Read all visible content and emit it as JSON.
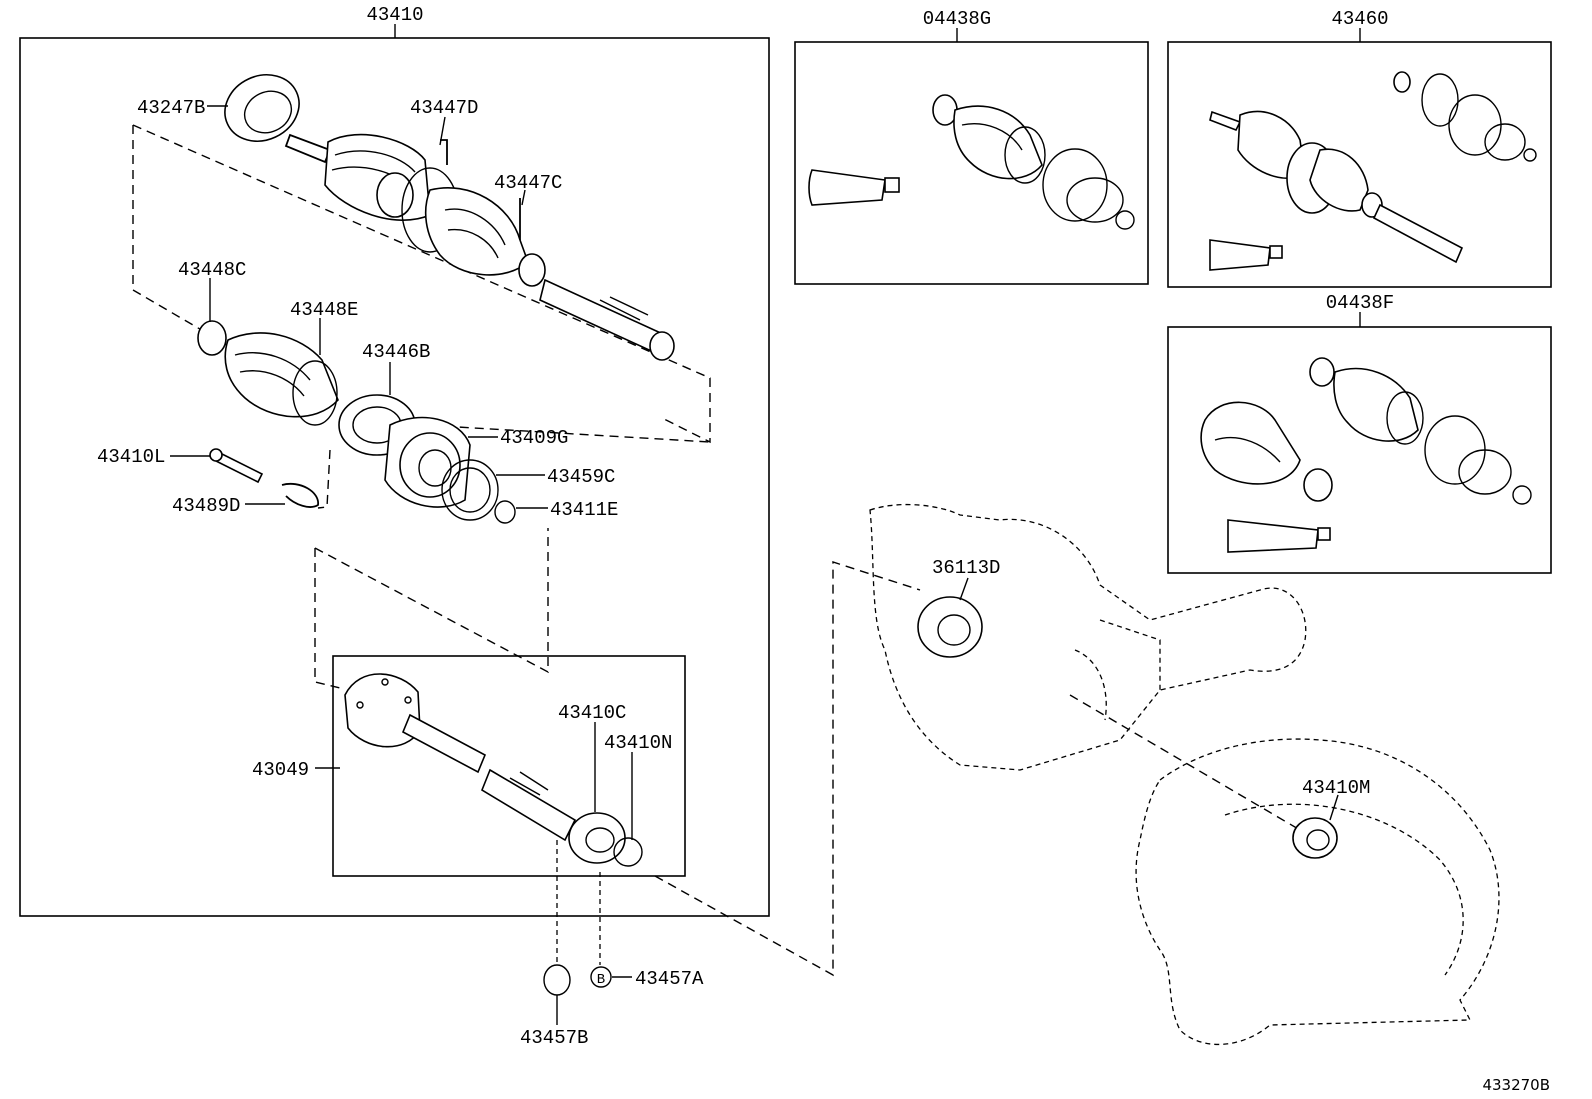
{
  "diagram": {
    "labels": {
      "p43410": "43410",
      "p04438G": "04438G",
      "p43460": "43460",
      "p04438F": "04438F",
      "p43247B": "43247B",
      "p43447D": "43447D",
      "p43447C": "43447C",
      "p43448C": "43448C",
      "p43448E": "43448E",
      "p43446B": "43446B",
      "p43409G": "43409G",
      "p43459C": "43459C",
      "p43410L": "43410L",
      "p43489D": "43489D",
      "p43411E": "43411E",
      "p43049": "43049",
      "p43410C": "43410C",
      "p43410N": "43410N",
      "p43457A": "43457A",
      "p43457B": "43457B",
      "p36113D": "36113D",
      "p43410M": "43410M",
      "b_marker": "B",
      "figure_ref": "433270B"
    }
  }
}
